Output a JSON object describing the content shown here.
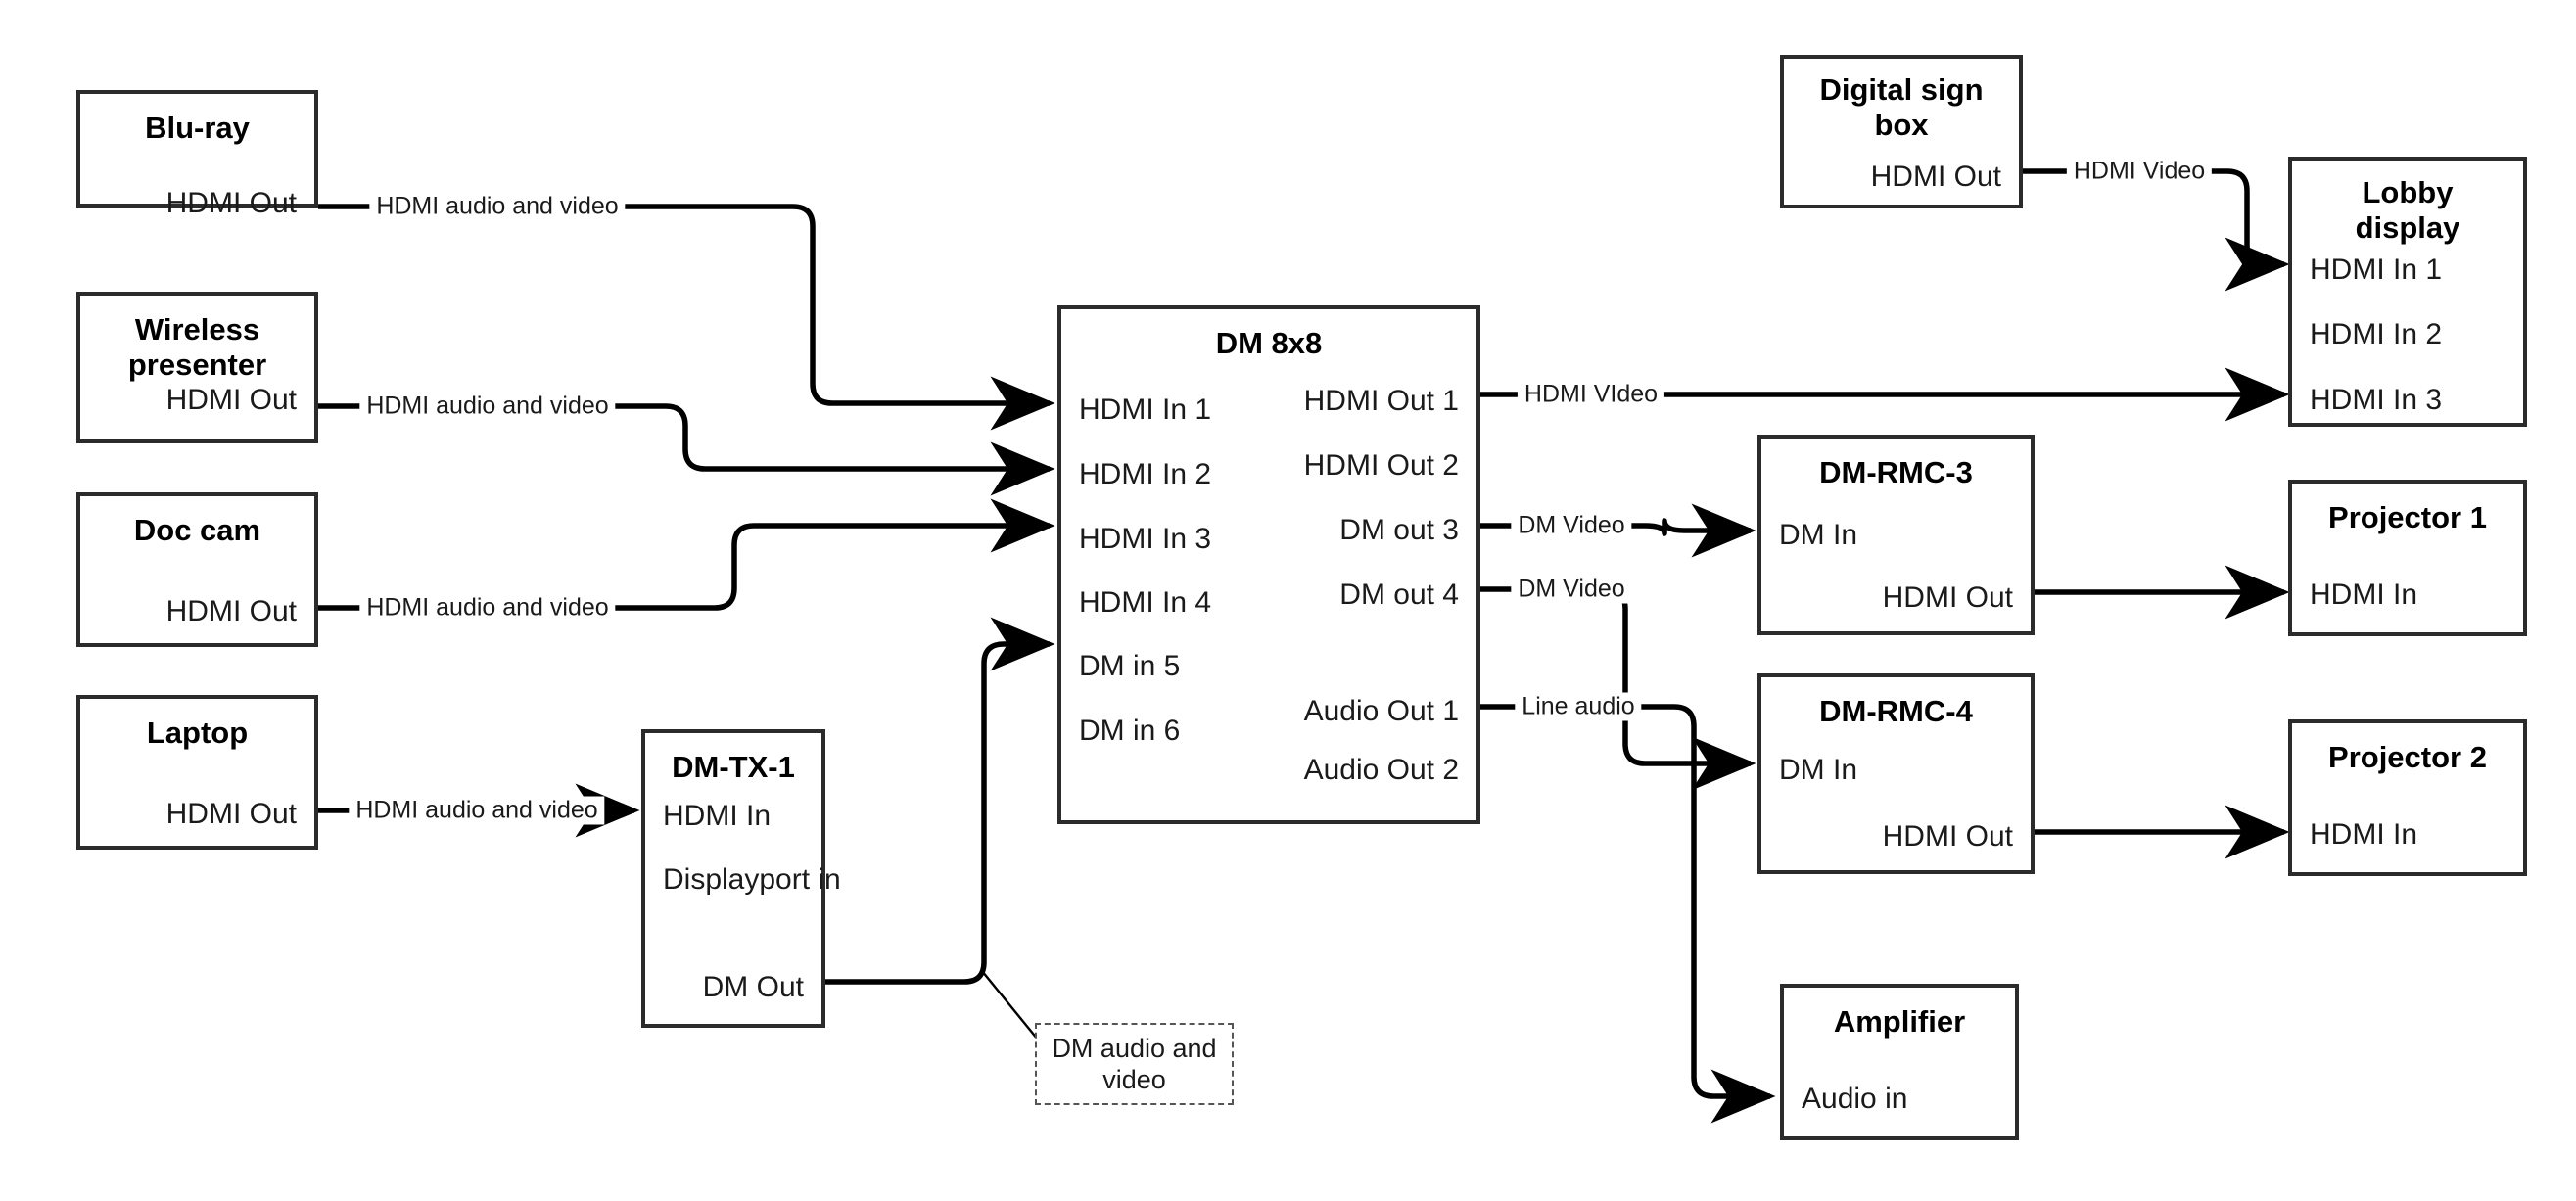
{
  "diagram": {
    "title": "AV signal flow diagram",
    "stroke_color": "#2b2b2b",
    "text_color": "#1a1a1a",
    "background": "#ffffff"
  },
  "nodes": [
    {
      "id": "bluray",
      "title": "Blu-ray",
      "ports": [
        {
          "label": "HDMI Out",
          "side": "right"
        }
      ]
    },
    {
      "id": "wireless",
      "title": "Wireless\npresenter",
      "ports": [
        {
          "label": "HDMI Out",
          "side": "right"
        }
      ]
    },
    {
      "id": "doccam",
      "title": "Doc cam",
      "ports": [
        {
          "label": "HDMI Out",
          "side": "right"
        }
      ]
    },
    {
      "id": "laptop",
      "title": "Laptop",
      "ports": [
        {
          "label": "HDMI Out",
          "side": "right"
        }
      ]
    },
    {
      "id": "dmtx1",
      "title": "DM-TX-1",
      "ports": [
        {
          "label": "HDMI In",
          "side": "left"
        },
        {
          "label": "Displayport in",
          "side": "left"
        },
        {
          "label": "DM Out",
          "side": "right"
        }
      ]
    },
    {
      "id": "dm8x8",
      "title": "DM 8x8",
      "ports": [
        {
          "label": "HDMI In 1",
          "side": "left"
        },
        {
          "label": "HDMI In 2",
          "side": "left"
        },
        {
          "label": "HDMI In 3",
          "side": "left"
        },
        {
          "label": "HDMI In 4",
          "side": "left"
        },
        {
          "label": "DM in 5",
          "side": "left"
        },
        {
          "label": "DM in 6",
          "side": "left"
        },
        {
          "label": "HDMI Out 1",
          "side": "right"
        },
        {
          "label": "HDMI Out 2",
          "side": "right"
        },
        {
          "label": "DM out 3",
          "side": "right"
        },
        {
          "label": "DM out 4",
          "side": "right"
        },
        {
          "label": "Audio Out 1",
          "side": "right"
        },
        {
          "label": "Audio Out 2",
          "side": "right"
        }
      ]
    },
    {
      "id": "signbox",
      "title": "Digital sign\nbox",
      "ports": [
        {
          "label": "HDMI Out",
          "side": "right"
        }
      ]
    },
    {
      "id": "lobby",
      "title": "Lobby\ndisplay",
      "ports": [
        {
          "label": "HDMI In 1",
          "side": "left"
        },
        {
          "label": "HDMI In 2",
          "side": "left"
        },
        {
          "label": "HDMI In 3",
          "side": "left"
        }
      ]
    },
    {
      "id": "rmc3",
      "title": "DM-RMC-3",
      "ports": [
        {
          "label": "DM In",
          "side": "left"
        },
        {
          "label": "HDMI Out",
          "side": "right"
        }
      ]
    },
    {
      "id": "rmc4",
      "title": "DM-RMC-4",
      "ports": [
        {
          "label": "DM In",
          "side": "left"
        },
        {
          "label": "HDMI Out",
          "side": "right"
        }
      ]
    },
    {
      "id": "proj1",
      "title": "Projector 1",
      "ports": [
        {
          "label": "HDMI In",
          "side": "left"
        }
      ]
    },
    {
      "id": "proj2",
      "title": "Projector 2",
      "ports": [
        {
          "label": "HDMI In",
          "side": "left"
        }
      ]
    },
    {
      "id": "amp",
      "title": "Amplifier",
      "ports": [
        {
          "label": "Audio in",
          "side": "left"
        }
      ]
    }
  ],
  "connections": [
    {
      "id": "c1",
      "from": "bluray.HDMI Out",
      "to": "dm8x8.HDMI In 1",
      "label": "HDMI audio and video"
    },
    {
      "id": "c2",
      "from": "wireless.HDMI Out",
      "to": "dm8x8.HDMI In 2",
      "label": "HDMI audio and video"
    },
    {
      "id": "c3",
      "from": "doccam.HDMI Out",
      "to": "dm8x8.HDMI In 3",
      "label": "HDMI audio and video"
    },
    {
      "id": "c4",
      "from": "laptop.HDMI Out",
      "to": "dmtx1.HDMI In",
      "label": "HDMI audio and video"
    },
    {
      "id": "c5",
      "from": "dmtx1.DM Out",
      "to": "dm8x8.DM in 5",
      "label": "DM audio and video"
    },
    {
      "id": "c6",
      "from": "dm8x8.HDMI Out 1",
      "to": "lobby.HDMI In 3",
      "label": "HDMI VIdeo"
    },
    {
      "id": "c7",
      "from": "dm8x8.DM out 3",
      "to": "rmc3.DM In",
      "label": "DM Video"
    },
    {
      "id": "c8",
      "from": "dm8x8.DM out 4",
      "to": "rmc4.DM In",
      "label": "DM Video"
    },
    {
      "id": "c9",
      "from": "dm8x8.Audio Out 1",
      "to": "amp.Audio in",
      "label": "Line audio"
    },
    {
      "id": "c10",
      "from": "signbox.HDMI Out",
      "to": "lobby.HDMI In 1",
      "label": "HDMI Video"
    },
    {
      "id": "c11",
      "from": "rmc3.HDMI Out",
      "to": "proj1.HDMI In",
      "label": ""
    },
    {
      "id": "c12",
      "from": "rmc4.HDMI Out",
      "to": "proj2.HDMI In",
      "label": ""
    }
  ],
  "callout": {
    "text": "DM audio and video"
  }
}
